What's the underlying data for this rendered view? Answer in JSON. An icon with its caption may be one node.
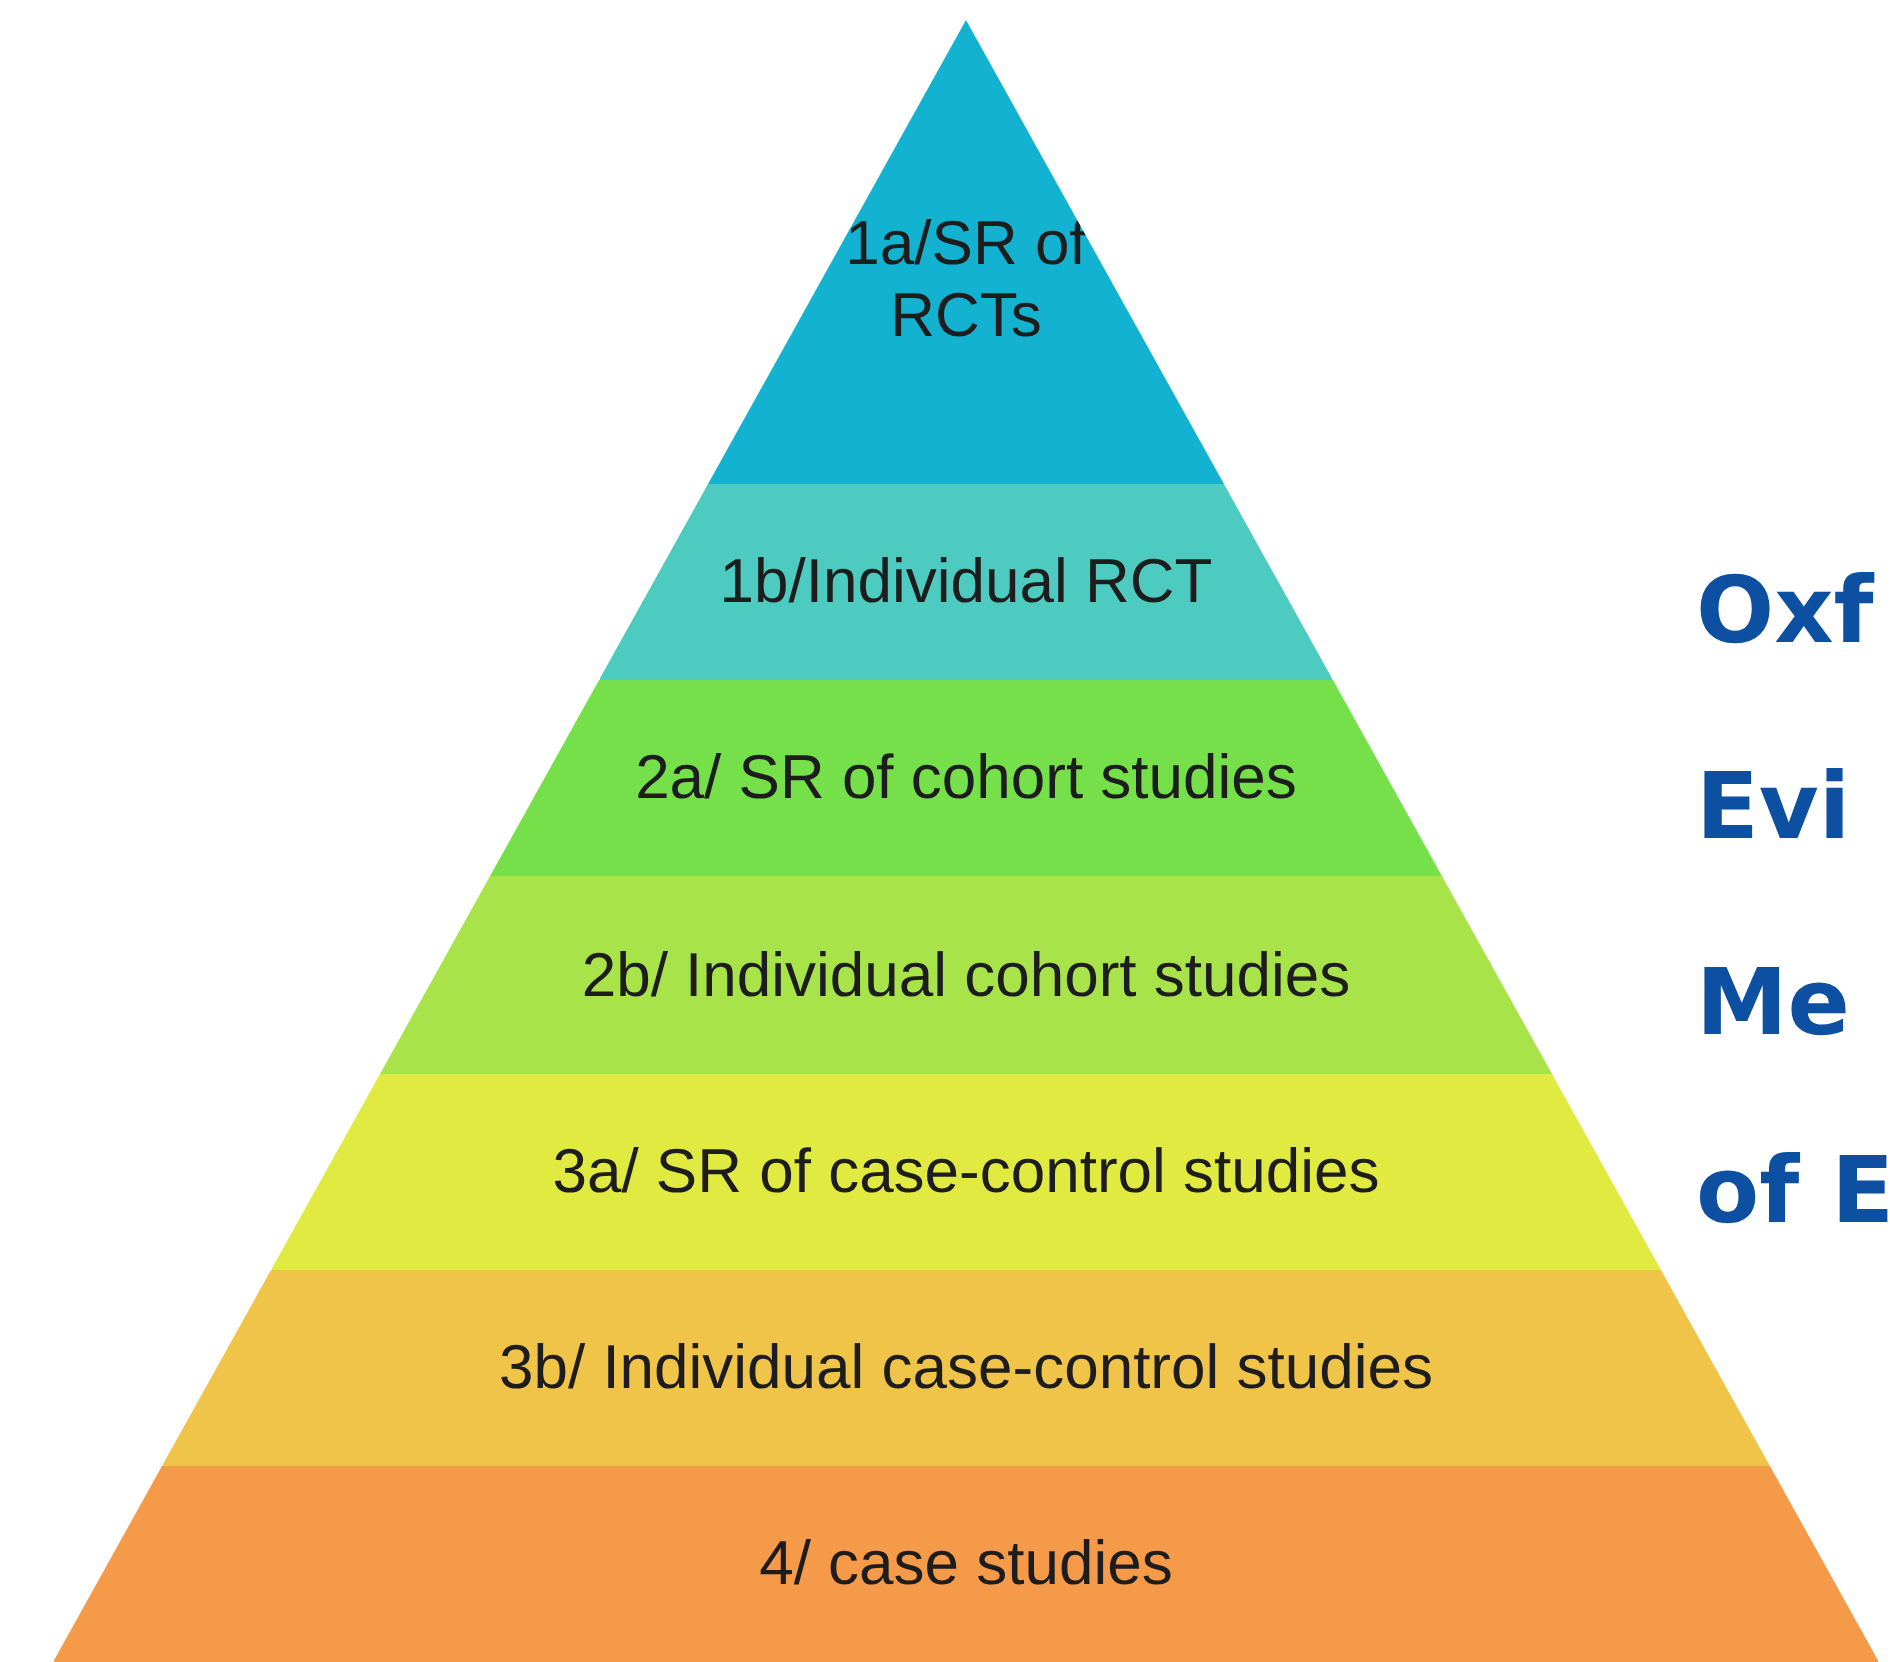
{
  "diagram": {
    "nodes": [
      {
        "text": [
          "1a/SR of RCTs"
        ]
      },
      {
        "text": [
          "1b/Individual RCT"
        ]
      },
      {
        "text": [
          "2a/ SR of cohort studies"
        ]
      },
      {
        "text": [
          "2b/ Individual cohort studies"
        ]
      },
      {
        "text": [
          "3a/ SR of case-control studies"
        ]
      },
      {
        "text": [
          "3b/ Individual case-control studies"
        ]
      },
      {
        "text": [
          "4/ case studies"
        ]
      }
    ],
    "edges": [],
    "labels": [
      "Oxf",
      "Evi",
      "Me",
      "of E"
    ]
  }
}
